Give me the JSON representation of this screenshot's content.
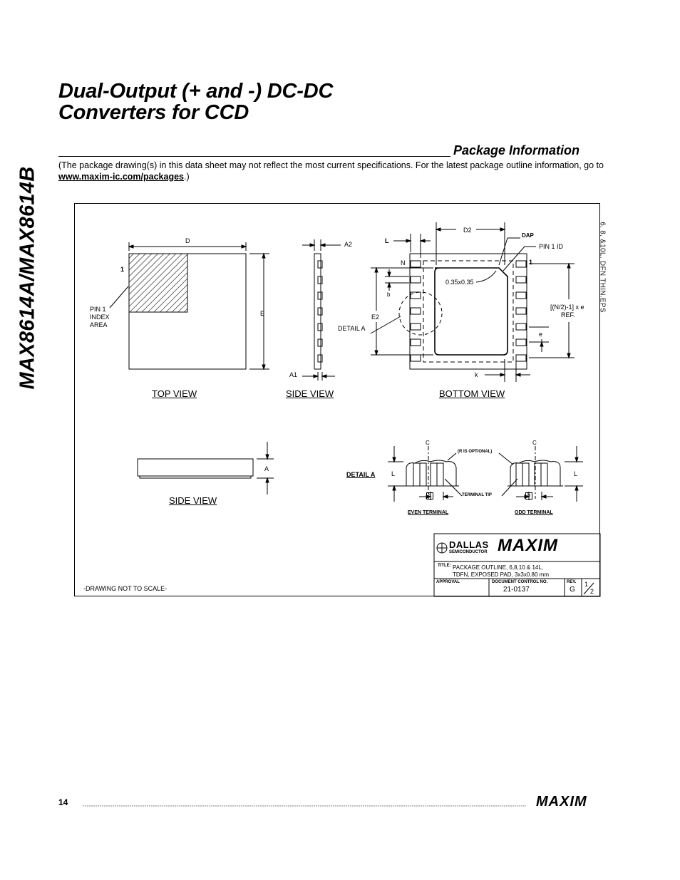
{
  "header": {
    "title_line1": "Dual-Output (+ and -) DC-DC",
    "title_line2": "Converters for CCD",
    "side_title": "MAX8614A/MAX8614B"
  },
  "section": {
    "title": "Package Information",
    "intro_text": "(The package drawing(s) in this data sheet may not reflect the most current specifications. For the latest package outline information, go to ",
    "intro_link": "www.maxim-ic.com/packages",
    "intro_end": ".)"
  },
  "drawing": {
    "eps_label": "6, 8, &10L, DFN THIN.EPS",
    "views": {
      "top": "TOP VIEW",
      "side": "SIDE VIEW",
      "bottom": "BOTTOM VIEW",
      "side2": "SIDE VIEW"
    },
    "labels": {
      "D": "D",
      "E": "E",
      "one": "1",
      "pin1_l1": "PIN 1",
      "pin1_l2": "INDEX",
      "pin1_l3": "AREA",
      "A2": "A2",
      "A1": "A1",
      "L": "L",
      "D2": "D2",
      "DAP": "DAP",
      "pin1id": "PIN 1 ID",
      "N": "N",
      "one_b": "1",
      "chamfer": "0.35x0.35",
      "b": "b",
      "E2": "E2",
      "detail_a": "DETAIL A",
      "nref_l1": "[(N/2)-1] x e",
      "nref_l2": "REF.",
      "e": "e",
      "k": "k",
      "A": "A",
      "detail_a_title": "DETAIL A",
      "L_left": "L",
      "L_right": "L",
      "cl_left": "C",
      "cl_right": "C",
      "r_optional": "(R IS OPTIONAL)",
      "terminal_tip": "TERMINAL TIP",
      "b_left": "b",
      "b_right": "b",
      "even_terminal": "EVEN TERMINAL",
      "odd_terminal": "ODD TERMINAL",
      "not_to_scale": "-DRAWING NOT TO SCALE-"
    },
    "title_block": {
      "dallas": "DALLAS",
      "semiconductor": "SEMICONDUCTOR",
      "maxim": "MAXIM",
      "title_label": "TITLE:",
      "title_l1": "PACKAGE OUTLINE, 6,8,10 & 14L,",
      "title_l2": "TDFN, EXPOSED PAD, 3x3x0.80 mm",
      "approval": "APPROVAL",
      "doc_control": "DOCUMENT CONTROL NO.",
      "doc_no": "21-0137",
      "rev_label": "REV.",
      "rev": "G",
      "sheet_num": "1",
      "sheet_den": "2"
    }
  },
  "footer": {
    "page_number": "14",
    "logo": "MAXIM"
  }
}
